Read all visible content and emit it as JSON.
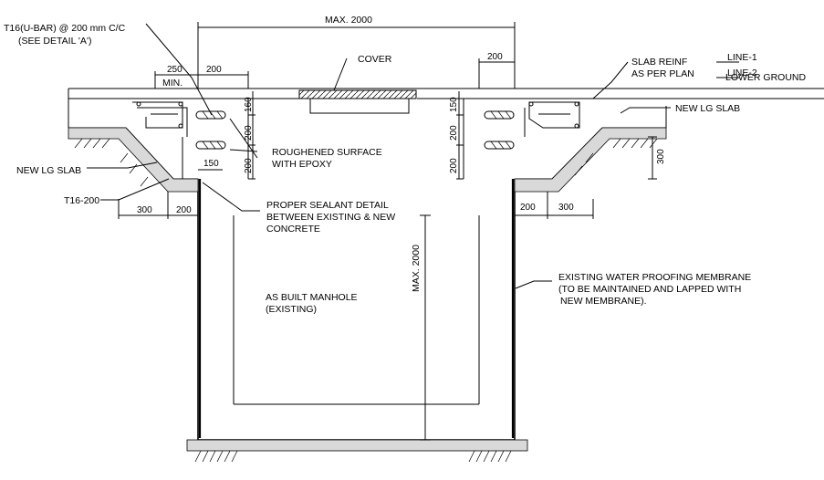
{
  "labels": {
    "t16_ubar": "T16(U-BAR) @ 200 mm C/C",
    "see_detail": "(SEE DETAIL 'A')",
    "max_top": "MAX. 2000",
    "cover": "COVER",
    "slab_reinf_1": "SLAB REINF",
    "slab_reinf_2": "AS PER PLAN",
    "line_1": "LINE-1",
    "line_2": "LINE-2",
    "lower_ground": "LOWER GROUND",
    "new_lg_slab_right": "NEW LG SLAB",
    "new_lg_slab_left": "NEW LG SLAB",
    "t16_200": "T16-200",
    "min": "MIN.",
    "roughened_1": "ROUGHENED SURFACE",
    "roughened_2": "WITH EPOXY",
    "sealant_1": "PROPER SEALANT DETAIL",
    "sealant_2": "BETWEEN EXISTING & NEW",
    "sealant_3": "CONCRETE",
    "as_built_1": "AS BUILT MANHOLE",
    "as_built_2": "(EXISTING)",
    "max_vertical": "MAX. 2000",
    "membrane_1": "EXISTING WATER PROOFING MEMBRANE",
    "membrane_2": "(TO BE MAINTAINED AND LAPPED WITH",
    "membrane_3": "NEW MEMBRANE)."
  },
  "dimensions": {
    "d250": "250",
    "d200_top_left": "200",
    "d200_top_right": "200",
    "d160": "160",
    "d200_left_1": "200",
    "d200_left_2": "200",
    "d150_left": "150",
    "d150_right": "150",
    "d200_right_1": "200",
    "d200_right_2": "200",
    "d300_right_vertical": "300",
    "d300_left_bottom": "300",
    "d200_left_bottom": "200",
    "d200_right_bottom": "200",
    "d300_right_bottom": "300"
  }
}
